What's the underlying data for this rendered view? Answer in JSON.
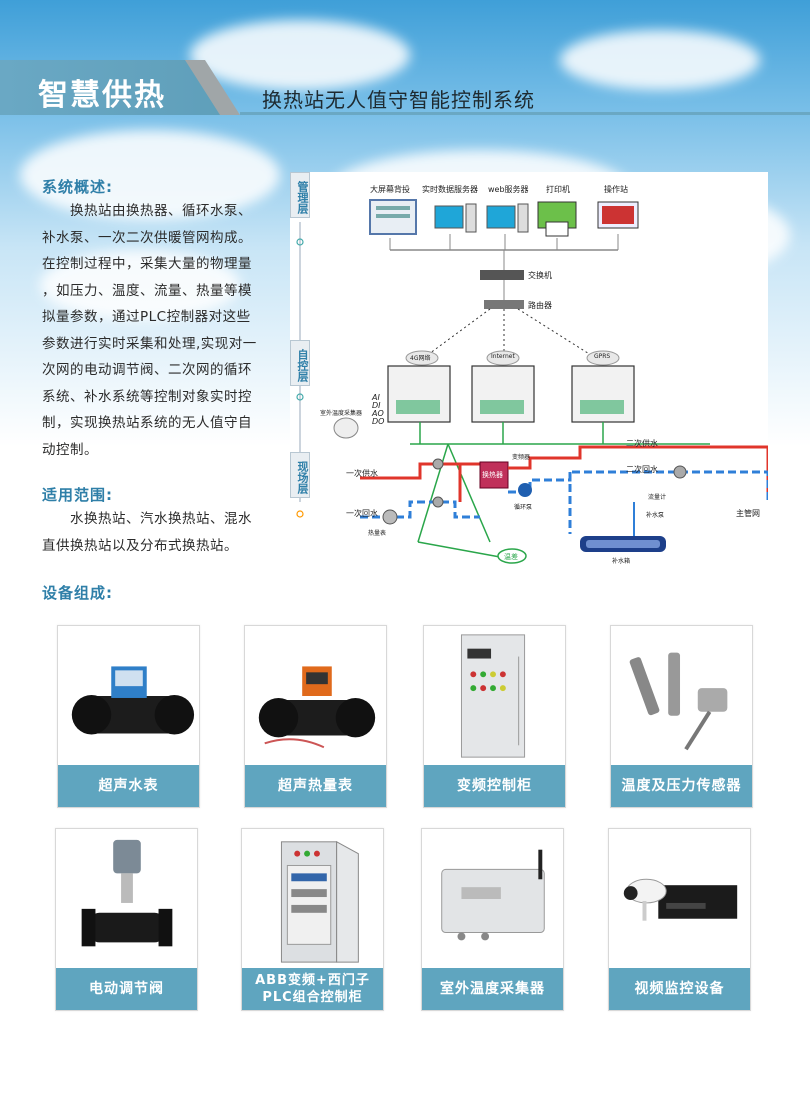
{
  "header": {
    "brand": "智慧供热",
    "subtitle": "换热站无人值守智能控制系统"
  },
  "overview": {
    "title": "系统概述:",
    "lines": [
      "　　换热站由换热器、循环水泵、",
      "补水泵、一次二次供暖管网构成。",
      "在控制过程中，采集大量的物理量",
      "，如压力、温度、流量、热量等模",
      "拟量参数，通过PLC控制器对这些",
      "参数进行实时采集和处理,实现对一",
      "次网的电动调节阀、二次网的循环",
      "系统、补水系统等控制对象实时控",
      "制，实现换热站系统的无人值守自",
      "动控制。"
    ]
  },
  "scope": {
    "title": "适用范围:",
    "lines": [
      "　　水换热站、汽水换热站、混水",
      "直供换热站以及分布式换热站。"
    ]
  },
  "equipment": {
    "title": "设备组成:",
    "cards": [
      {
        "label": "超声水表"
      },
      {
        "label": "超声热量表"
      },
      {
        "label": "变频控制柜"
      },
      {
        "label": "温度及压力传感器"
      },
      {
        "label": "电动调节阀"
      },
      {
        "label_line1": "ABB变频+西门子",
        "label_line2": "PLC组合控制柜"
      },
      {
        "label": "室外温度采集器"
      },
      {
        "label": "视频监控设备"
      }
    ]
  },
  "diagram": {
    "layers": {
      "management": "管理层",
      "control": "自控层",
      "field": "现场层"
    },
    "top_devices": [
      "大屏幕背投",
      "实时数据服务器",
      "web服务器",
      "打印机",
      "操作站"
    ],
    "switch": "交换机",
    "router": "路由器",
    "networks": [
      "4G网络",
      "Internet",
      "GPRS"
    ],
    "io_labels": [
      "AI",
      "DI",
      "AO",
      "DO"
    ],
    "outdoor_sensor": "室外温度采集器",
    "primary_supply": "一次供水",
    "primary_return": "一次回水",
    "secondary_supply": "二次供水",
    "secondary_return": "二次回水",
    "heat_exchanger": "换热器",
    "inverter": "变频器",
    "circ_pump": "循环泵",
    "heat_meter": "热量表",
    "temp_diff": "温差",
    "makeup_pump": "补水泵",
    "makeup_tank": "补水箱",
    "flow_meter": "流量计",
    "main_network": "主管网",
    "colors": {
      "supply": "#e0352b",
      "return": "#2f7fd8",
      "signal": "#2aa64a"
    }
  }
}
